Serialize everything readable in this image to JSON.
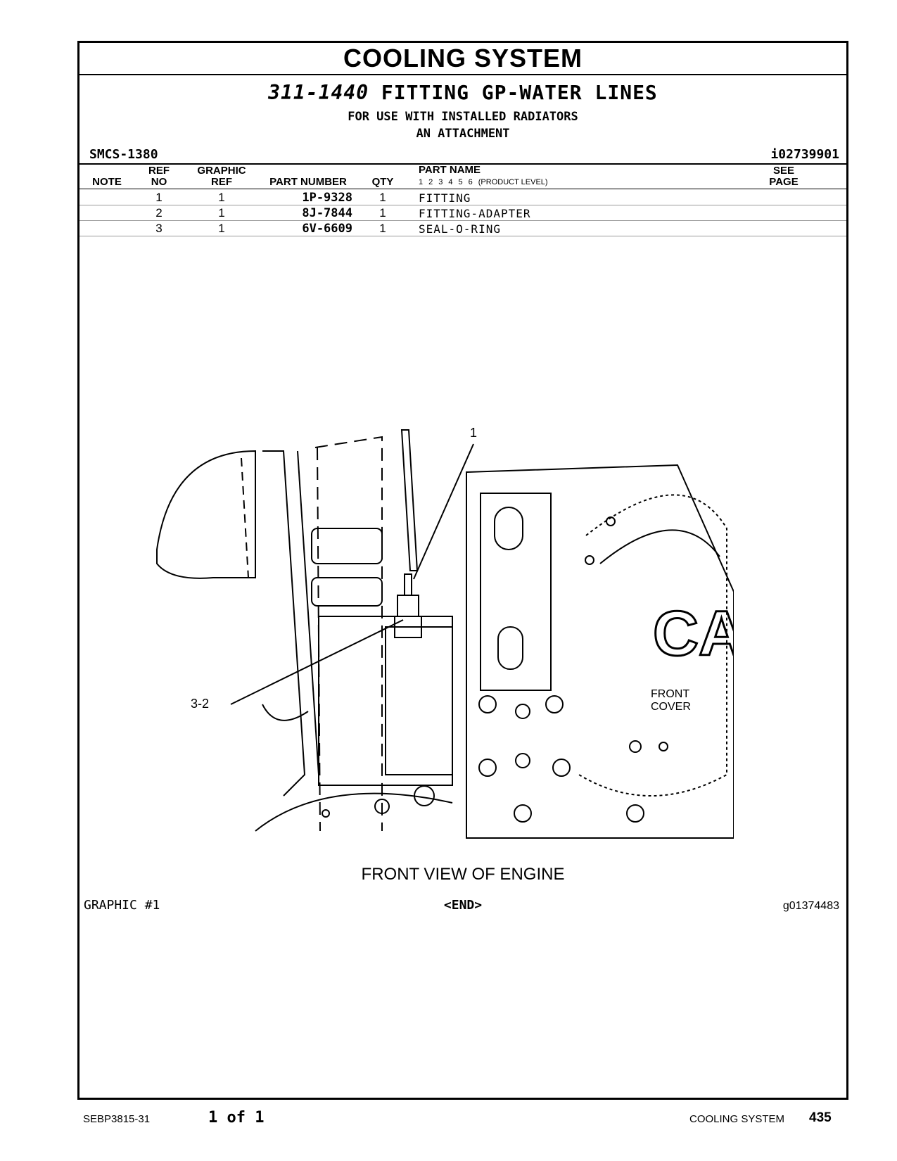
{
  "section_title": "COOLING SYSTEM",
  "group": {
    "number": "311-1440",
    "name": "FITTING GP-WATER LINES",
    "line1": "FOR USE WITH INSTALLED RADIATORS",
    "line2": "AN ATTACHMENT"
  },
  "smcs": "SMCS-1380",
  "doc_id": "i02739901",
  "table": {
    "headers": {
      "note": "NOTE",
      "ref_top": "REF",
      "ref_bottom": "NO",
      "graphic_top": "GRAPHIC",
      "graphic_bottom": "REF",
      "part_number": "PART NUMBER",
      "qty": "QTY",
      "part_name": "PART NAME",
      "product_levels": [
        "1",
        "2",
        "3",
        "4",
        "5",
        "6"
      ],
      "product_level_label": "(PRODUCT LEVEL)",
      "see_top": "SEE",
      "see_bottom": "PAGE"
    },
    "rows": [
      {
        "ref": "1",
        "graphic": "1",
        "part_number": "1P-9328",
        "qty": "1",
        "name": "FITTING"
      },
      {
        "ref": "2",
        "graphic": "1",
        "part_number": "8J-7844",
        "qty": "1",
        "name": "FITTING-ADAPTER"
      },
      {
        "ref": "3",
        "graphic": "1",
        "part_number": "6V-6609",
        "qty": "1",
        "name": "SEAL-O-RING"
      }
    ]
  },
  "drawing": {
    "callout_1": "1",
    "callout_2": "3-2",
    "front_cover_line1": "FRONT",
    "front_cover_line2": "COVER",
    "logo_text": "CAT"
  },
  "caption": "FRONT VIEW OF ENGINE",
  "graphic_label": "GRAPHIC #1",
  "end_label": "<END>",
  "graphic_id": "g01374483",
  "footer": {
    "doc": "SEBP3815-31",
    "page_of": "1 of 1",
    "section": "COOLING SYSTEM",
    "page_number": "435"
  }
}
